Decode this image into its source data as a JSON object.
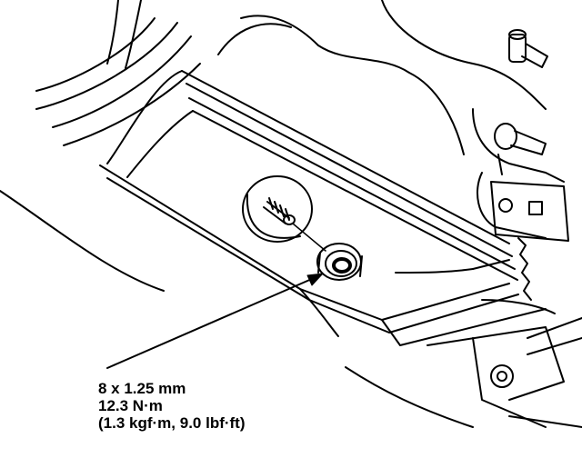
{
  "callout": {
    "size": "8 x 1.25 mm",
    "torque_nm": "12.3 N·m",
    "torque_alt": "(1.3 kgf·m, 9.0 lbf·ft)"
  },
  "colors": {
    "line": "#000000",
    "background": "#ffffff"
  },
  "icons": {
    "fastener": "flange-nut",
    "stud": "threaded-stud"
  }
}
